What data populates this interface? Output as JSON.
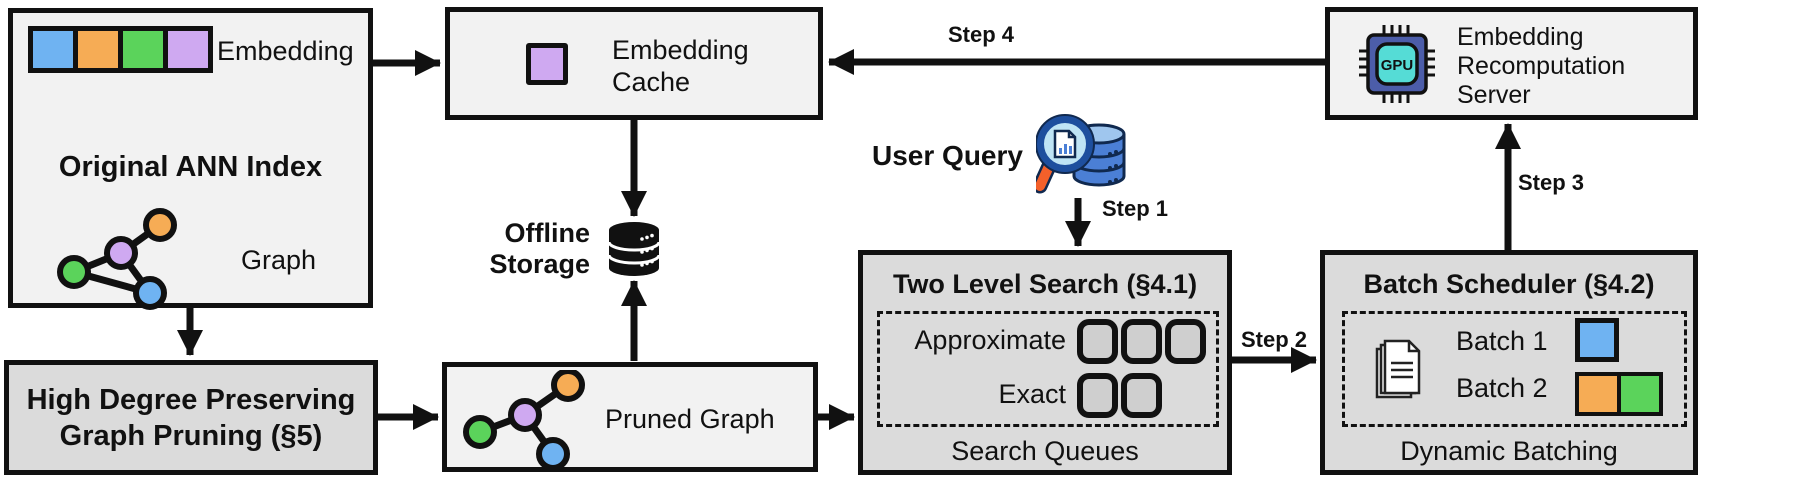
{
  "figure": {
    "original_index": {
      "title": "Original ANN Index",
      "embedding_label": "Embedding",
      "graph_label": "Graph"
    },
    "embedding_cache": {
      "title": "Embedding Cache"
    },
    "recomputation_server": {
      "title": "Embedding Recomputation Server",
      "chip_label": "GPU"
    },
    "offline_storage": {
      "label": "Offline Storage"
    },
    "user_query": {
      "label": "User Query"
    },
    "two_level_search": {
      "title": "Two Level Search (§4.1)",
      "approximate_label": "Approximate",
      "exact_label": "Exact",
      "approximate_slots": 3,
      "exact_slots": 2,
      "footer": "Search Queues"
    },
    "batch_scheduler": {
      "title": "Batch Scheduler (§4.2)",
      "batch1_label": "Batch 1",
      "batch2_label": "Batch 2",
      "footer": "Dynamic Batching"
    },
    "graph_pruning": {
      "lines": [
        "High Degree Preserving",
        "Graph Pruning (§5)"
      ]
    },
    "pruned_graph": {
      "label": "Pruned Graph"
    },
    "steps": {
      "step1": "Step 1",
      "step2": "Step 2",
      "step3": "Step 3",
      "step4": "Step 4"
    }
  },
  "colors": {
    "blue": "#6FB3F2",
    "orange": "#F6AC55",
    "green": "#5BD35B",
    "purple": "#CFA9F1",
    "box_light": "#F2F2F2",
    "box_dark": "#DBDBDB",
    "outline": "#111111",
    "queue_slot": "#CFCFCF",
    "gpu_body": "#4C5DA9",
    "gpu_core": "#55DCD6",
    "db_blue": "#4B7FD5",
    "db_blue_light": "#9FC6EE",
    "magnifier_rim": "#1E4F9E",
    "magnifier_lens": "#BFE4F5",
    "magnifier_handle": "#F4602A"
  }
}
